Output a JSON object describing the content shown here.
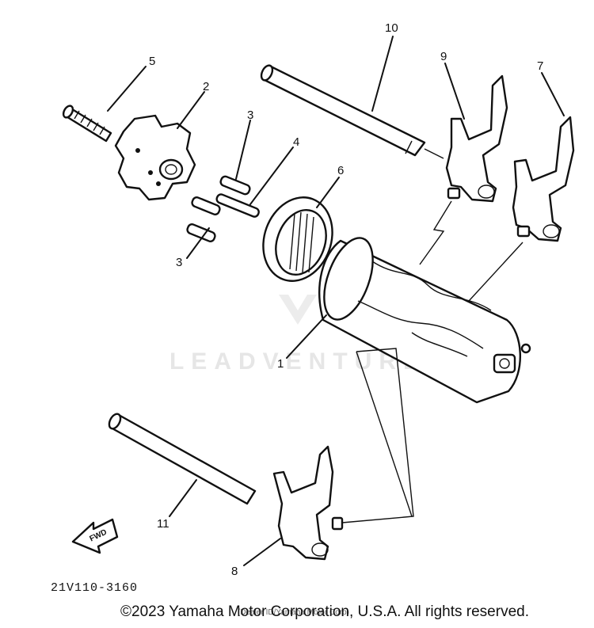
{
  "diagram": {
    "callouts": [
      {
        "id": "1",
        "text": "1"
      },
      {
        "id": "2",
        "text": "2"
      },
      {
        "id": "3a",
        "text": "3"
      },
      {
        "id": "3b",
        "text": "3"
      },
      {
        "id": "4",
        "text": "4"
      },
      {
        "id": "5",
        "text": "5"
      },
      {
        "id": "6",
        "text": "6"
      },
      {
        "id": "7",
        "text": "7"
      },
      {
        "id": "8",
        "text": "8"
      },
      {
        "id": "9",
        "text": "9"
      },
      {
        "id": "10",
        "text": "10"
      },
      {
        "id": "11",
        "text": "11"
      }
    ],
    "direction_label": "FWD",
    "part_code": "21V110-3160",
    "watermark": "LEADVENTURE",
    "copyright": "©2023 Yamaha Motor Corporation, U.S.A. All rights reserved.",
    "dealer_text": "(Dealer ID/Yamaha Motor Corp)"
  }
}
